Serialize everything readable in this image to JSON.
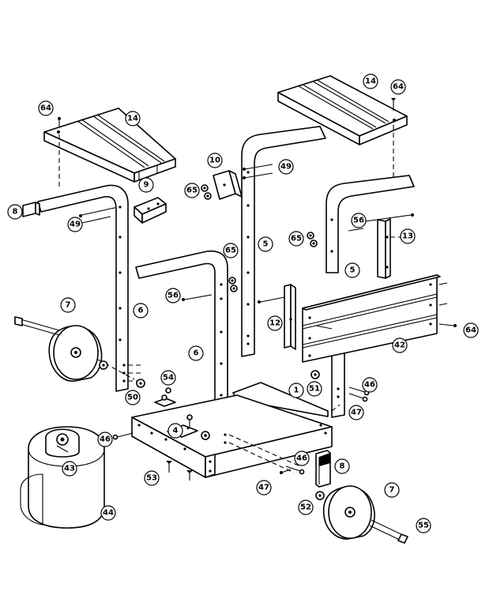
{
  "header_fragment": "´´´   ´   ´´´   ´´   ´´´´´´´´´",
  "callouts": [
    {
      "id": "shelf-left",
      "label": "14"
    },
    {
      "id": "screw-left-shelf",
      "label": "64"
    },
    {
      "id": "shelf-right",
      "label": "14"
    },
    {
      "id": "screw-right-shelf",
      "label": "64"
    },
    {
      "id": "end-cap-left",
      "label": "8"
    },
    {
      "id": "bracket-left",
      "label": "9"
    },
    {
      "id": "bolt-left-leg",
      "label": "49"
    },
    {
      "id": "bracket-center",
      "label": "10"
    },
    {
      "id": "bolt-center-top",
      "label": "49"
    },
    {
      "id": "nut-center-top",
      "label": "65"
    },
    {
      "id": "leg-rear-left",
      "label": "6"
    },
    {
      "id": "leg-rear-center",
      "label": "5"
    },
    {
      "id": "leg-rear-right",
      "label": "5"
    },
    {
      "id": "nut-front",
      "label": "65"
    },
    {
      "id": "bolt-front-leg",
      "label": "56"
    },
    {
      "id": "bolt-right-top",
      "label": "56"
    },
    {
      "id": "nut-right",
      "label": "65"
    },
    {
      "id": "bracket-right",
      "label": "13"
    },
    {
      "id": "wheel-left",
      "label": "7"
    },
    {
      "id": "leg-front",
      "label": "6"
    },
    {
      "id": "bracket-side",
      "label": "12"
    },
    {
      "id": "side-panel",
      "label": "42"
    },
    {
      "id": "screw-side-panel",
      "label": "64"
    },
    {
      "id": "washer-left",
      "label": "50"
    },
    {
      "id": "clip-top",
      "label": "54"
    },
    {
      "id": "base",
      "label": "1"
    },
    {
      "id": "washer-right",
      "label": "51"
    },
    {
      "id": "bolt-rear-right",
      "label": "46"
    },
    {
      "id": "nut-rear-right",
      "label": "47"
    },
    {
      "id": "clip-bottom",
      "label": "4"
    },
    {
      "id": "bolt-front-left",
      "label": "46"
    },
    {
      "id": "tank-valve",
      "label": "43"
    },
    {
      "id": "tank",
      "label": "44"
    },
    {
      "id": "screw-base",
      "label": "53"
    },
    {
      "id": "bolt-base-front",
      "label": "46"
    },
    {
      "id": "end-cap-right",
      "label": "8"
    },
    {
      "id": "nut-base-front",
      "label": "47"
    },
    {
      "id": "washer-axle",
      "label": "52"
    },
    {
      "id": "wheel-right",
      "label": "7"
    },
    {
      "id": "axle",
      "label": "55"
    }
  ]
}
